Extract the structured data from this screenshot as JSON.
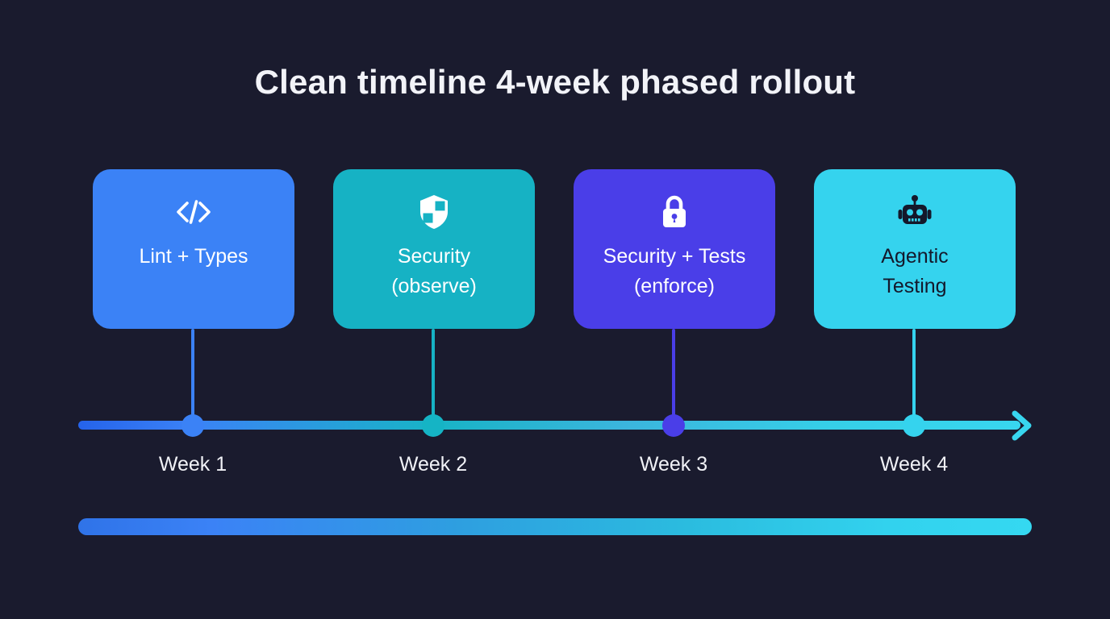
{
  "title": "Clean timeline 4-week phased rollout",
  "theme": {
    "background": "#1a1b2e",
    "title_color": "#f2f3f8",
    "label_color": "#f0f1f6",
    "accent_blue": "#3b82f6",
    "accent_teal": "#16b2c4",
    "accent_indigo": "#4a3ee8",
    "accent_cyan": "#35d3ee"
  },
  "phases": [
    {
      "label": "Lint + Types",
      "icon": "code-icon",
      "color": "#3b82f6",
      "icon_color": "#ffffff",
      "text_color": "#ffffff",
      "week": "Week 1"
    },
    {
      "label": "Security\n(observe)",
      "line1": "Security",
      "line2": "(observe)",
      "icon": "shield-icon",
      "color": "#16b2c4",
      "icon_color": "#ffffff",
      "text_color": "#ffffff",
      "week": "Week 2"
    },
    {
      "label": "Security + Tests\n(enforce)",
      "line1": "Security + Tests",
      "line2": "(enforce)",
      "icon": "lock-icon",
      "color": "#4a3ee8",
      "icon_color": "#ffffff",
      "text_color": "#ffffff",
      "week": "Week 3"
    },
    {
      "label": "Agentic\nTesting",
      "line1": "Agentic",
      "line2": "Testing",
      "icon": "robot-icon",
      "color": "#35d3ee",
      "icon_color": "#14182b",
      "text_color": "#14182b",
      "week": "Week 4"
    }
  ],
  "timeline": {
    "arrow_icon": "arrow-right-icon",
    "arrow_color": "#38d6ef",
    "gradient_start": "#2563eb",
    "gradient_end": "#38d6ef"
  },
  "progress": {
    "gradient_start": "#2f73e8",
    "gradient_end": "#35d8f1"
  }
}
